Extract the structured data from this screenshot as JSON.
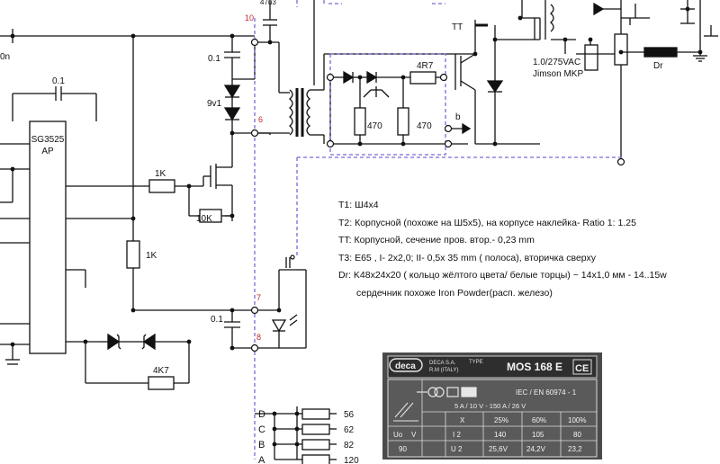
{
  "diagram": {
    "ic": {
      "name": "SG3525",
      "suffix": "AP"
    },
    "node_numbers": [
      "10",
      "6",
      "7",
      "8"
    ],
    "component_labels": {
      "cap_top": "0.1",
      "cap_mid": "0.1",
      "cap_ic": "0.1",
      "zener": "9v1",
      "r_1k_a": "1K",
      "r_1k_b": "1K",
      "r_10k": "10K",
      "r_4k7": "4K7",
      "r_4r7": "4R7",
      "r_470_a": "470",
      "r_470_b": "470",
      "tt": "TT",
      "dr": "Dr",
      "cap_note_1": "1.0/275VAC",
      "cap_note_2": "Jimson MKP",
      "node_b": "b",
      "top_partial": "47u3",
      "left_partial": "0n"
    },
    "switch_positions": [
      {
        "letter": "D",
        "value": "56"
      },
      {
        "letter": "C",
        "value": "62"
      },
      {
        "letter": "B",
        "value": "82"
      },
      {
        "letter": "A",
        "value": "120"
      }
    ]
  },
  "notes": {
    "t1": "T1: Ш4x4",
    "t2": "T2: Корпусной (похоже на Ш5x5), на корпусе наклейка- Ratio 1: 1.25",
    "tt": "TT: Корпусной, сечение пров. втор.- 0,23 mm",
    "t3": "T3: E65 , I- 2x2,0; II- 0,5x 35 mm ( полоса), вторичка сверху",
    "dr": "Dr: K48x24x20 ( кольцо жёлтого цвета/ белые торцы) ~ 14x1,0 мм - 14..15w",
    "dr2": "сердечник похоже Iron Powder(расп. железо)"
  },
  "plate": {
    "brand": "deca",
    "maker_line1": "DECA S.A.",
    "maker_line2": "R.M (ITALY)",
    "type_label": "TYPE",
    "model": "MOS 168 E",
    "mark": "CE",
    "standard": "IEC / EN 60974 - 1",
    "range": "5 A / 10 V - 150 A / 26 V",
    "header": [
      "X",
      "25%",
      "60%",
      "100%"
    ],
    "row1": {
      "sym1": "Uo",
      "sym2": "V",
      "sym3": "I 2",
      "values": [
        "140",
        "105",
        "80"
      ]
    },
    "row2": {
      "sym1": "90",
      "sym3": "U 2",
      "values": [
        "25,6V",
        "24,2V",
        "23,2"
      ]
    }
  }
}
